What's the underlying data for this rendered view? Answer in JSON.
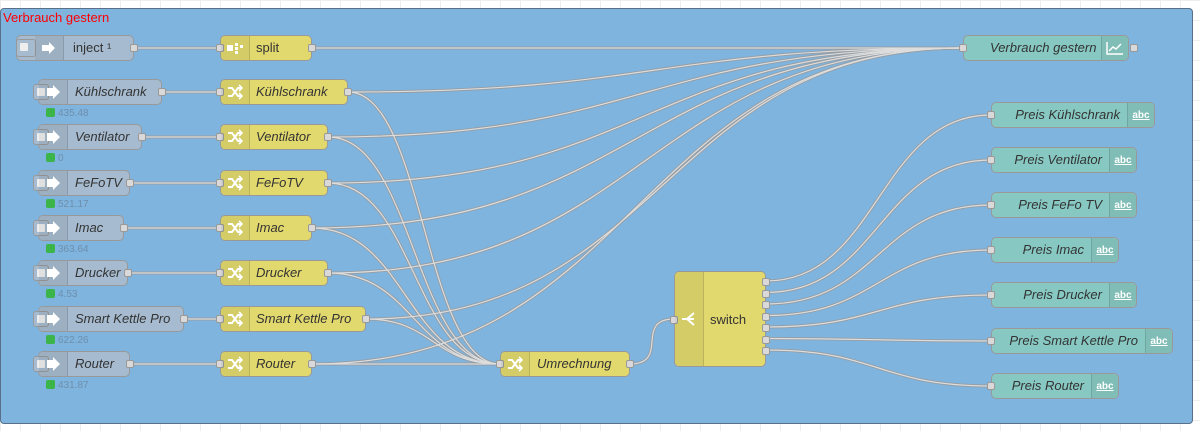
{
  "group": {
    "label": "Verbrauch gestern"
  },
  "inject_main": {
    "label": "inject ¹"
  },
  "split": {
    "label": "split"
  },
  "sources": [
    {
      "label": "Kühlschrank",
      "status": "435.48"
    },
    {
      "label": "Ventilator",
      "status": "0"
    },
    {
      "label": "FeFoTV",
      "status": "521.17"
    },
    {
      "label": "Imac",
      "status": "363.64"
    },
    {
      "label": "Drucker",
      "status": "4.53"
    },
    {
      "label": "Smart Kettle Pro",
      "status": "622.26"
    },
    {
      "label": "Router",
      "status": "431.87"
    }
  ],
  "changes": [
    {
      "label": "Kühlschrank"
    },
    {
      "label": "Ventilator"
    },
    {
      "label": "FeFoTV"
    },
    {
      "label": "Imac"
    },
    {
      "label": "Drucker"
    },
    {
      "label": "Smart Kettle Pro"
    },
    {
      "label": "Router"
    }
  ],
  "umrechnung": {
    "label": "Umrechnung"
  },
  "switch": {
    "label": "switch"
  },
  "chart_out": {
    "label": "Verbrauch gestern"
  },
  "outputs": [
    {
      "label": "Preis Kühlschrank",
      "badge": "abc"
    },
    {
      "label": "Preis Ventilator",
      "badge": "abc"
    },
    {
      "label": "Preis FeFo TV",
      "badge": "abc"
    },
    {
      "label": "Preis Imac",
      "badge": "abc"
    },
    {
      "label": "Preis Drucker",
      "badge": "abc"
    },
    {
      "label": "Preis Smart Kettle Pro",
      "badge": "abc"
    },
    {
      "label": "Preis Router",
      "badge": "abc"
    }
  ],
  "colors": {
    "group": "#7fb4de",
    "inject": "#a6bbcf",
    "function": "#e2d96e",
    "output": "#87c9c2",
    "status": "#3bb54a",
    "label": "#ff0000"
  }
}
